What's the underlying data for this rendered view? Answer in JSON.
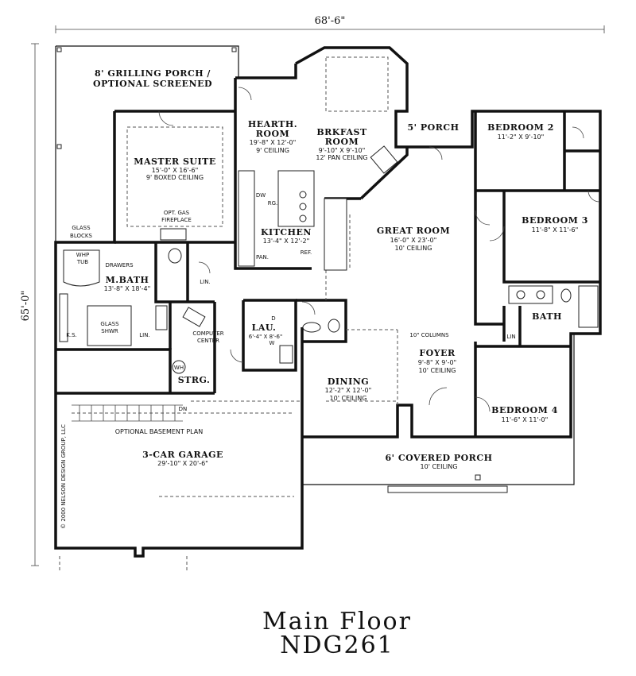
{
  "dimensions": {
    "width_label": "68'-6\"",
    "height_label": "65'-0\""
  },
  "rooms": [
    {
      "id": "grilling-porch",
      "name": "8' GRILLING PORCH /",
      "name2": "OPTIONAL SCREENED"
    },
    {
      "id": "hearth-room",
      "name": "HEARTH.",
      "name2": "ROOM",
      "size": "19'-8\" X 12'-0\"",
      "note": "9' CEILING"
    },
    {
      "id": "brkfast-room",
      "name": "BRKFAST",
      "name2": "ROOM",
      "size": "9'-10\" X 9'-10\"",
      "note": "12' PAN CEILING"
    },
    {
      "id": "porch-5",
      "name": "5' PORCH"
    },
    {
      "id": "bedroom-2",
      "name": "BEDROOM 2",
      "size": "11'-2\" X 9'-10\""
    },
    {
      "id": "master-suite",
      "name": "MASTER SUITE",
      "size": "15'-0\" X 16'-6\"",
      "note": "9' BOXED CEILING"
    },
    {
      "id": "kitchen",
      "name": "KITCHEN",
      "size": "13'-4\" X 12'-2\""
    },
    {
      "id": "great-room",
      "name": "GREAT ROOM",
      "size": "16'-0\" X 23'-0\"",
      "note": "10' CEILING"
    },
    {
      "id": "bedroom-3",
      "name": "BEDROOM 3",
      "size": "11'-8\" X 11'-6\""
    },
    {
      "id": "m-bath",
      "name": "M.BATH",
      "size": "13'-8\" X 18'-4\""
    },
    {
      "id": "bath",
      "name": "BATH"
    },
    {
      "id": "lau",
      "name": "LAU.",
      "size": "6'-4\" X 8'-6\""
    },
    {
      "id": "foyer",
      "name": "FOYER",
      "size": "9'-8\" X 9'-0\"",
      "note": "10' CEILING"
    },
    {
      "id": "dining",
      "name": "DINING",
      "size": "12'-2\" X 12'-0\"",
      "note": "10' CEILING"
    },
    {
      "id": "bedroom-4",
      "name": "BEDROOM 4",
      "size": "11'-6\" X 11'-0\""
    },
    {
      "id": "strg",
      "name": "STRG."
    },
    {
      "id": "garage",
      "name": "3-CAR GARAGE",
      "size": "29'-10\" X 20'-6\""
    },
    {
      "id": "covered-porch",
      "name": "6' COVERED PORCH",
      "note": "10' CEILING"
    }
  ],
  "labels": {
    "glass_blocks": "GLASS",
    "glass_blocks2": "BLOCKS",
    "opt_gas": "OPT. GAS",
    "fireplace": "FIREPLACE",
    "whp_tub": "WHP",
    "whp_tub2": "TUB",
    "drawers": "DRAWERS",
    "glass_shwr": "GLASS",
    "glass_shwr2": "SHWR",
    "ks": "K.S.",
    "lin_bath": "LIN.",
    "lin_hall": "LIN.",
    "lin_bed": "LIN",
    "computer_center": "COMPUTER",
    "computer_center2": "CENTER",
    "dw": "DW",
    "rg": "RG.",
    "pan": "PAN.",
    "ref": "REF.",
    "columns": "10\" COLUMNS",
    "dn": "DN",
    "basement": "OPTIONAL BASEMENT PLAN",
    "wh": "WH",
    "lau_d": "D",
    "lau_w": "W",
    "copyright": "© 2000 NELSON DESIGN GROUP, LLC"
  },
  "title": {
    "line1": "Main Floor",
    "line2": "NDG261"
  }
}
